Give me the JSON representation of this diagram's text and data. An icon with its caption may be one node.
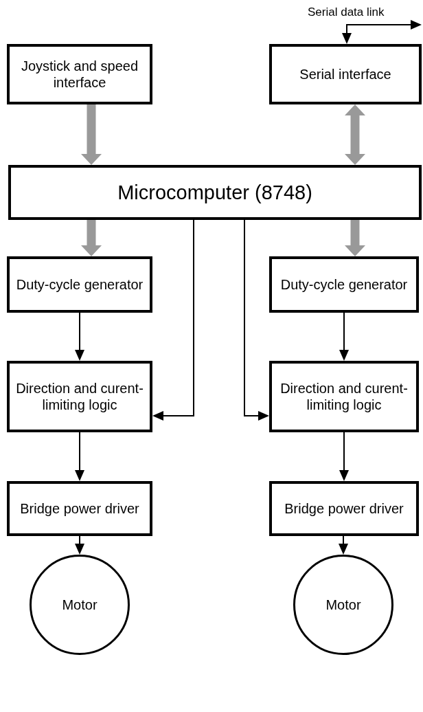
{
  "diagram": {
    "nodes": [
      {
        "text": [
          "Joystick and speed interface"
        ]
      },
      {
        "text": [
          "Serial interface"
        ]
      },
      {
        "text": [
          "Microcomputer (8748)"
        ]
      },
      {
        "text": [
          "Duty-cycle generator"
        ]
      },
      {
        "text": [
          "Duty-cycle generator"
        ]
      },
      {
        "text": [
          "Direction and curent-limiting logic"
        ]
      },
      {
        "text": [
          "Direction and curent-limiting logic"
        ]
      },
      {
        "text": [
          "Bridge power driver"
        ]
      },
      {
        "text": [
          "Bridge power driver"
        ]
      },
      {
        "text": [
          "Motor"
        ]
      },
      {
        "text": [
          "Motor"
        ]
      }
    ],
    "edges": [
      {
        "from": null,
        "to": 1,
        "arrow": "both",
        "label": "Serial data link"
      },
      {
        "from": 0,
        "to": 2,
        "arrow": "to",
        "style": "thick",
        "color": "#999999"
      },
      {
        "from": 1,
        "to": 2,
        "arrow": "both",
        "style": "thick",
        "color": "#999999"
      },
      {
        "from": 2,
        "to": 3,
        "arrow": "to",
        "style": "thick",
        "color": "#999999"
      },
      {
        "from": 2,
        "to": 4,
        "arrow": "to",
        "style": "thick",
        "color": "#999999"
      },
      {
        "from": 2,
        "to": 5,
        "arrow": "to"
      },
      {
        "from": 2,
        "to": 6,
        "arrow": "to"
      },
      {
        "from": 3,
        "to": 5,
        "arrow": "to"
      },
      {
        "from": 4,
        "to": 6,
        "arrow": "to"
      },
      {
        "from": 5,
        "to": 7,
        "arrow": "to"
      },
      {
        "from": 6,
        "to": 8,
        "arrow": "to"
      },
      {
        "from": 7,
        "to": 9,
        "arrow": "to"
      },
      {
        "from": 8,
        "to": 10,
        "arrow": "to"
      }
    ]
  }
}
